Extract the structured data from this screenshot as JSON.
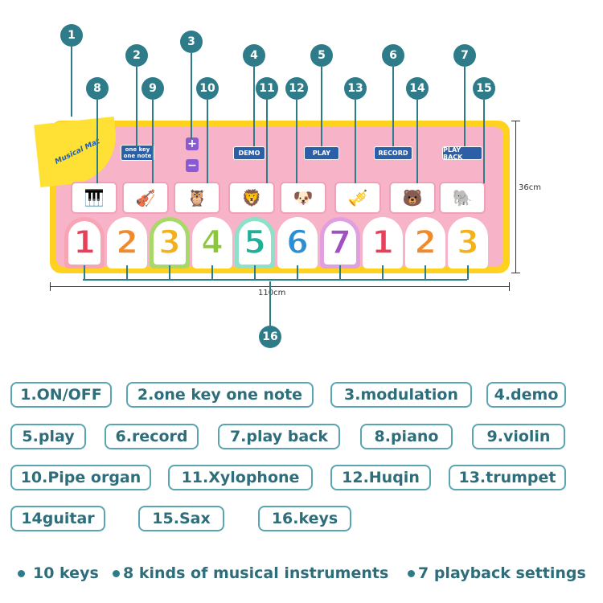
{
  "callouts": [
    "1",
    "2",
    "3",
    "4",
    "5",
    "6",
    "7",
    "8",
    "9",
    "10",
    "11",
    "12",
    "13",
    "14",
    "15",
    "16"
  ],
  "mat": {
    "logo_text": "Musical Mat",
    "controls": {
      "one_key_line1": "one key",
      "one_key_line2": "one note",
      "plus": "+",
      "minus": "−",
      "demo": "DEMO",
      "play": "PLAY",
      "record": "RECORD",
      "playback": "PLAY BACK"
    },
    "instruments": [
      {
        "icon": "piano-icon",
        "glyph": "🎹"
      },
      {
        "icon": "violin-icon",
        "glyph": "🎻"
      },
      {
        "icon": "pipe-organ-icon",
        "glyph": "🦉"
      },
      {
        "icon": "xylophone-icon",
        "glyph": "🦁"
      },
      {
        "icon": "huqin-icon",
        "glyph": "🐶"
      },
      {
        "icon": "trumpet-icon",
        "glyph": "🎺"
      },
      {
        "icon": "guitar-icon",
        "glyph": "🐻"
      },
      {
        "icon": "sax-icon",
        "glyph": "🐘"
      }
    ],
    "keys": [
      {
        "num": "1",
        "color": "#e8405a",
        "rim": "#f7a5b5"
      },
      {
        "num": "2",
        "color": "#f08a2a",
        "rim": "#ffffff"
      },
      {
        "num": "3",
        "color": "#f4b21a",
        "rim": "#a8d86a"
      },
      {
        "num": "4",
        "color": "#8cc63f",
        "rim": "#ffffff"
      },
      {
        "num": "5",
        "color": "#1fb09a",
        "rim": "#8fe0c8"
      },
      {
        "num": "6",
        "color": "#2c8fd6",
        "rim": "#ffffff"
      },
      {
        "num": "7",
        "color": "#a050c0",
        "rim": "#e0a0e0"
      },
      {
        "num": "1",
        "color": "#e8405a",
        "rim": "#ffffff"
      },
      {
        "num": "2",
        "color": "#f08a2a",
        "rim": "#ffffff"
      },
      {
        "num": "3",
        "color": "#f4b21a",
        "rim": "#ffffff"
      }
    ],
    "width_label": "110cm",
    "height_label": "36cm"
  },
  "labels": [
    "1.ON/OFF",
    "2.one key one note",
    "3.modulation",
    "4.demo",
    "5.play",
    "6.record",
    "7.play back",
    "8.piano",
    "9.violin",
    "10.Pipe organ",
    "11.Xylophone",
    "12.Huqin",
    "13.trumpet",
    "14guitar",
    "15.Sax",
    "16.keys"
  ],
  "bullets": [
    "10 keys",
    "8 kinds of musical instruments",
    "7 playback settings"
  ],
  "colors": {
    "accent": "#2e7c8a",
    "mat_border": "#ffd21f",
    "mat_fill": "#f7b3c8"
  }
}
